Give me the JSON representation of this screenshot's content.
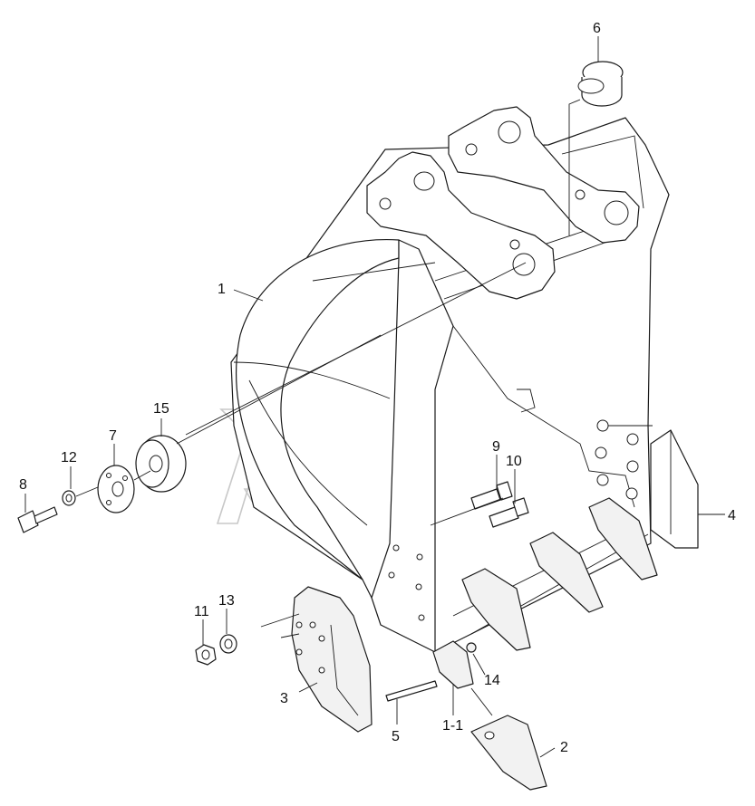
{
  "callouts": [
    {
      "id": "1",
      "label": "1"
    },
    {
      "id": "1-1",
      "label": "1-1"
    },
    {
      "id": "2",
      "label": "2"
    },
    {
      "id": "3",
      "label": "3"
    },
    {
      "id": "4",
      "label": "4"
    },
    {
      "id": "5",
      "label": "5"
    },
    {
      "id": "6",
      "label": "6"
    },
    {
      "id": "7",
      "label": "7"
    },
    {
      "id": "8",
      "label": "8"
    },
    {
      "id": "9",
      "label": "9"
    },
    {
      "id": "10",
      "label": "10"
    },
    {
      "id": "11",
      "label": "11"
    },
    {
      "id": "12",
      "label": "12"
    },
    {
      "id": "13",
      "label": "13"
    },
    {
      "id": "14",
      "label": "14"
    },
    {
      "id": "15",
      "label": "15"
    }
  ],
  "colors": {
    "line": "#1a1a1a",
    "watermark": "#c8c8c8",
    "background": "#ffffff"
  }
}
